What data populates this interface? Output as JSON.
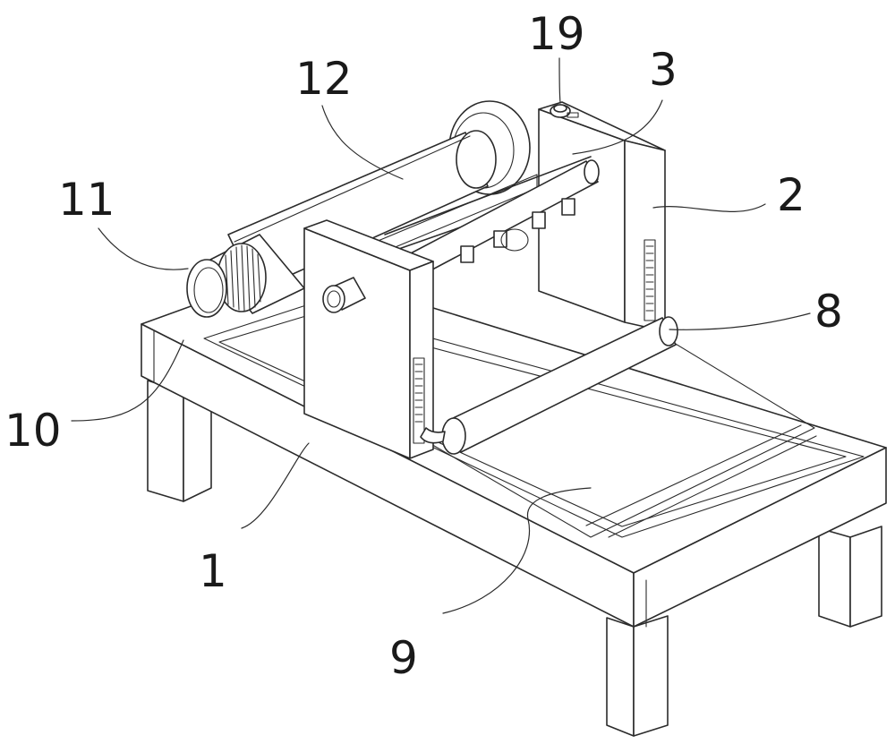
{
  "labels": {
    "l1": "1",
    "l2": "2",
    "l3": "3",
    "l8": "8",
    "l9": "9",
    "l10": "10",
    "l11": "11",
    "l12": "12",
    "l19": "19"
  }
}
